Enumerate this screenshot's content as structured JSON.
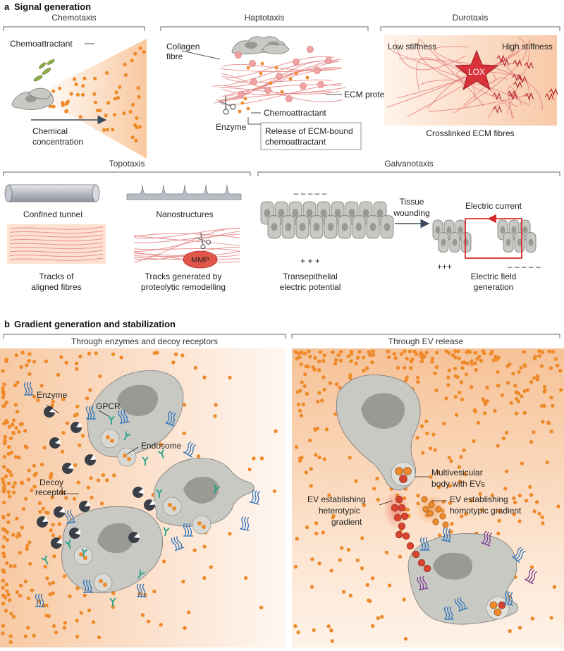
{
  "colors": {
    "chemo": "#ee8a2a",
    "ecm_protein": "#f1a3a3",
    "fibre": "#e58080",
    "cell": "#c9c9c4",
    "cell_outline": "#777777",
    "receptor": "#2c73b8",
    "decoy": "#23a08a",
    "enzyme": "#3a3f47",
    "lox": "#d9323b",
    "current": "#d52b2b",
    "purple_receptor": "#7e3d8e",
    "gradient_bg": "#fbd9bd"
  },
  "panel_a": {
    "letter": "a",
    "title": "Signal generation",
    "chemotaxis": {
      "title": "Chemotaxis",
      "chemoattractant": "Chemoattractant",
      "gradient_line1": "Chemical",
      "gradient_line2": "concentration"
    },
    "haptotaxis": {
      "title": "Haptotaxis",
      "collagen_line1": "Collagen",
      "collagen_line2": "fibre",
      "ecm_protein": "ECM protein",
      "chemoattractant": "Chemoattractant",
      "enzyme": "Enzyme",
      "release_line1": "Release of ECM-bound",
      "release_line2": "chemoattractant"
    },
    "durotaxis": {
      "title": "Durotaxis",
      "low": "Low stiffness",
      "high": "High stiffness",
      "lox": "LOX",
      "caption": "Crosslinked ECM fibres"
    },
    "topotaxis": {
      "title": "Topotaxis",
      "tunnel": "Confined tunnel",
      "nano": "Nanostructures",
      "aligned_line1": "Tracks of",
      "aligned_line2": "aligned fibres",
      "proteo_line1": "Tracks generated by",
      "proteo_line2": "proteolytic remodelling",
      "mmp": "MMP"
    },
    "galvanotaxis": {
      "title": "Galvanotaxis",
      "minus": "– – – – –",
      "plus": "+ + +",
      "plus2": "+++",
      "minus2": "– – – – –",
      "wound_line1": "Tissue",
      "wound_line2": "wounding",
      "current": "Electric current",
      "potential_line1": "Transepithelial",
      "potential_line2": "electric potential",
      "field_line1": "Electric field",
      "field_line2": "generation"
    }
  },
  "panel_b": {
    "letter": "b",
    "title": "Gradient generation and stabilization",
    "left_title": "Through enzymes and decoy receptors",
    "right_title": "Through EV release",
    "enzyme": "Enzyme",
    "gpcr": "GPCR",
    "endosome": "Endosome",
    "decoy_line1": "Decoy",
    "decoy_line2": "receptor",
    "mvb_line1": "Multivesicular",
    "mvb_line2": "body with EVs",
    "hetero_line1": "EV establishing",
    "hetero_line2": "heterotypic",
    "hetero_line3": "gradient",
    "homo_line1": "EV establishing",
    "homo_line2": "homotypic gradient"
  }
}
